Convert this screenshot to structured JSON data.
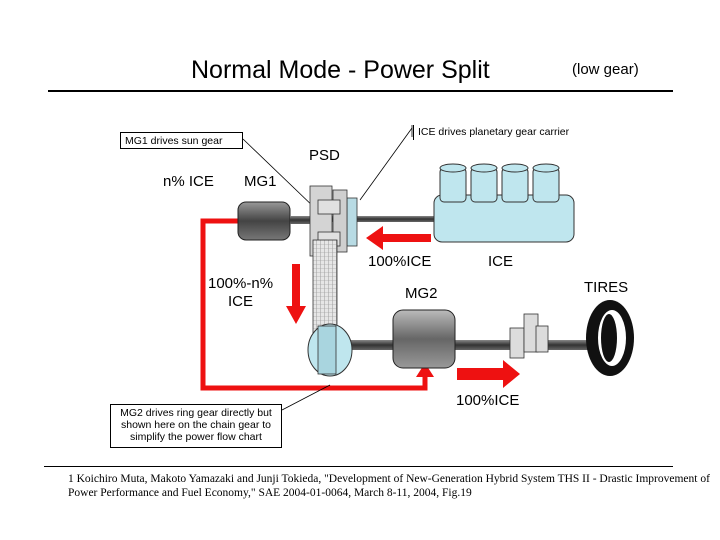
{
  "header": {
    "title": "Normal Mode - Power Split",
    "subtitle": "(low gear)"
  },
  "diagram": {
    "callouts": {
      "mg1_sun": "MG1 drives sun gear",
      "ice_carrier": "ICE drives planetary gear carrier",
      "mg2_ring_line1": "MG2 drives ring gear directly but",
      "mg2_ring_line2": "shown here on the chain gear to",
      "mg2_ring_line3": "simplify the power flow chart"
    },
    "labels": {
      "psd": "PSD",
      "n_ice": "n% ICE",
      "mg1": "MG1",
      "ice_100_top": "100%ICE",
      "ice": "ICE",
      "remainder_line1": "100%-n%",
      "remainder_line2": "ICE",
      "mg2": "MG2",
      "tires": "TIRES",
      "ice_100_bottom": "100%ICE"
    },
    "colors": {
      "flow_arrow": "#ee1111",
      "ice_block": "#bfe6ee",
      "gear_fill": "#c8c8c8",
      "motor_dark": "#555555",
      "tire": "#111111"
    }
  },
  "reference": {
    "line1": "1  Koichiro Muta, Makoto Yamazaki and Junji Tokieda, \"Development of New-Generation Hybrid System THS II - Drastic Improvement of",
    "line2": "Power Performance and Fuel Economy,\" SAE 2004-01-0064, March 8-11, 2004, Fig.19"
  }
}
